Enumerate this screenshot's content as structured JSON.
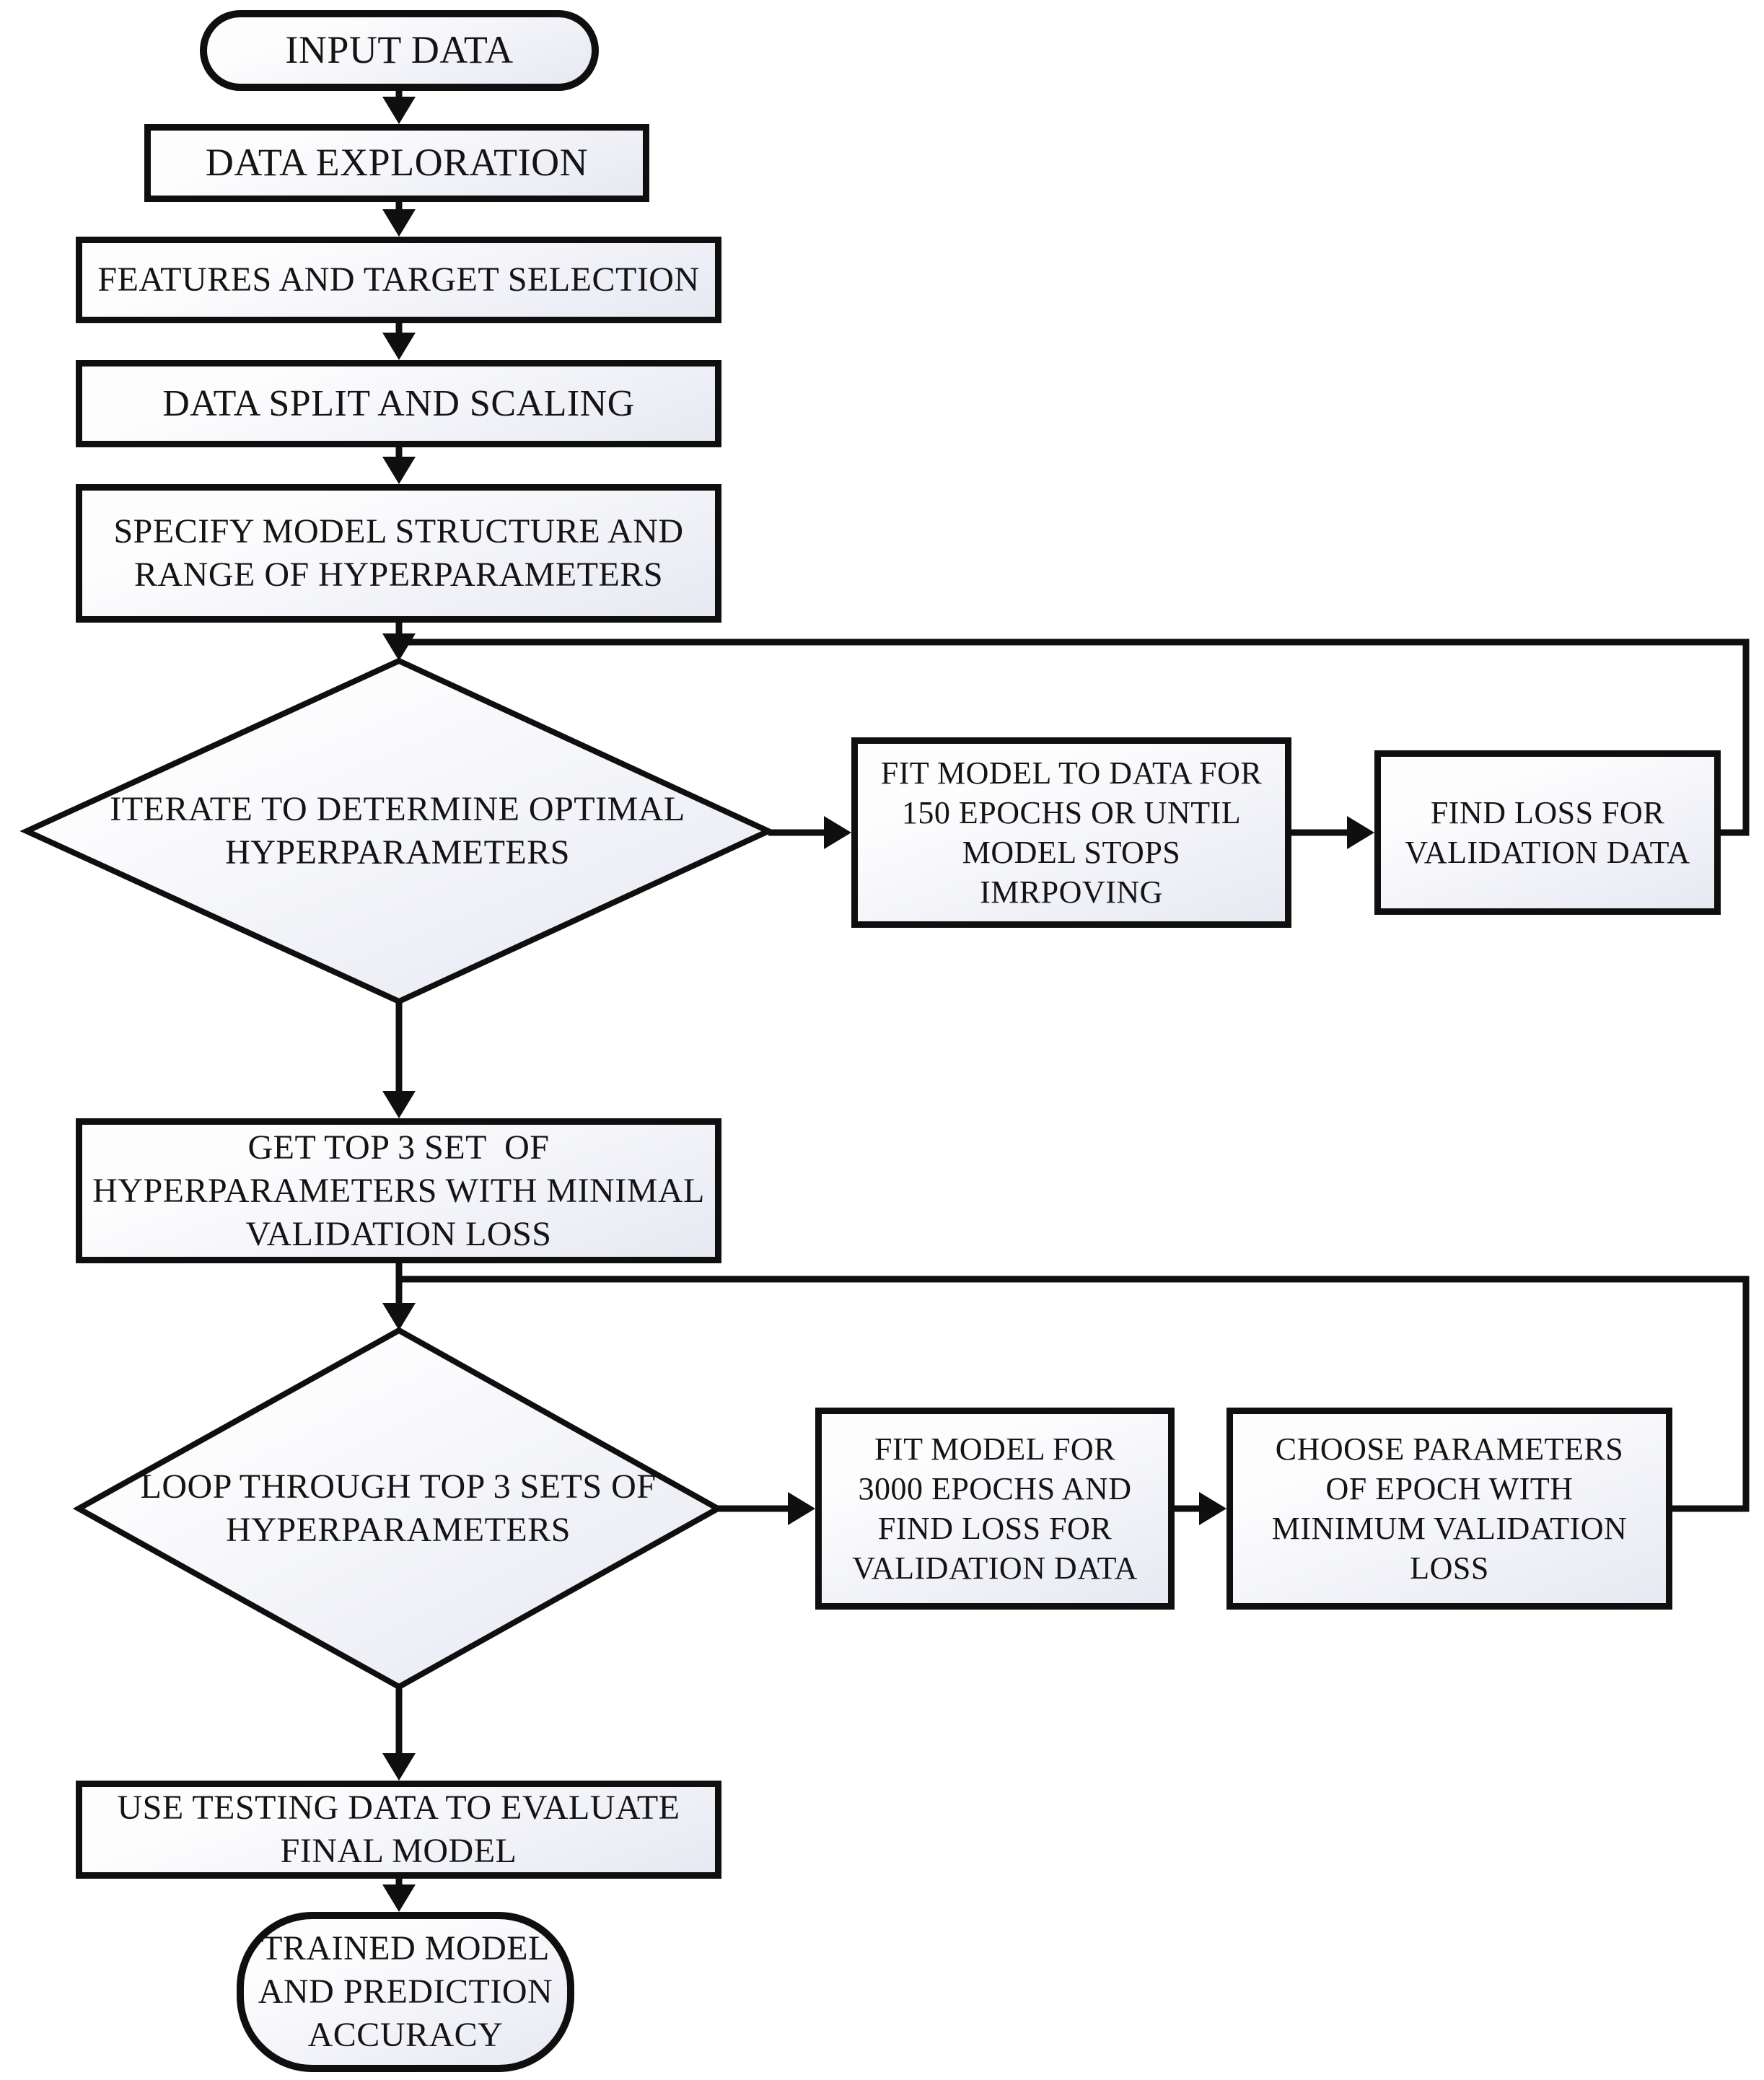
{
  "diagram": {
    "name": "model-training-flowchart",
    "type": "flowchart"
  },
  "colors": {
    "border": "#0f0f0f",
    "fill_light": "#fdfdfe",
    "fill_dark": "#e7e9f2",
    "background": "#ffffff",
    "text": "#141414"
  },
  "nodes": {
    "input_data": {
      "type": "terminator",
      "label": "INPUT DATA"
    },
    "data_exploration": {
      "type": "process",
      "label": "DATA EXPLORATION"
    },
    "features_selection": {
      "type": "process",
      "label": "FEATURES AND TARGET SELECTION"
    },
    "data_split": {
      "type": "process",
      "label": "DATA SPLIT AND SCALING"
    },
    "specify_model": {
      "type": "process",
      "label": "SPECIFY MODEL STRUCTURE AND\nRANGE OF HYPERPARAMETERS"
    },
    "iterate_diamond": {
      "type": "decision",
      "label": "ITERATE TO DETERMINE OPTIMAL\nHYPERPARAMETERS"
    },
    "fit_model_150": {
      "type": "process",
      "label": "FIT MODEL TO DATA FOR\n150 EPOCHS OR UNTIL\nMODEL STOPS\nIMRPOVING"
    },
    "find_loss": {
      "type": "process",
      "label": "FIND LOSS FOR\nVALIDATION DATA"
    },
    "get_top3": {
      "type": "process",
      "label": "GET TOP 3 SET  OF\nHYPERPARAMETERS WITH MINIMAL\nVALIDATION LOSS"
    },
    "loop_diamond": {
      "type": "decision",
      "label": "LOOP THROUGH TOP 3 SETS OF\nHYPERPARAMETERS"
    },
    "fit_model_3000": {
      "type": "process",
      "label": "FIT MODEL FOR\n3000 EPOCHS AND\nFIND LOSS FOR\nVALIDATION DATA"
    },
    "choose_params": {
      "type": "process",
      "label": "CHOOSE PARAMETERS\nOF EPOCH WITH\nMINIMUM VALIDATION\nLOSS"
    },
    "use_testing": {
      "type": "process",
      "label": "USE TESTING DATA TO EVALUATE\nFINAL MODEL"
    },
    "trained_model": {
      "type": "terminator",
      "label": "TRAINED MODEL\nAND PREDICTION\nACCURACY"
    }
  },
  "edges": [
    {
      "from": "input_data",
      "to": "data_exploration"
    },
    {
      "from": "data_exploration",
      "to": "features_selection"
    },
    {
      "from": "features_selection",
      "to": "data_split"
    },
    {
      "from": "data_split",
      "to": "specify_model"
    },
    {
      "from": "specify_model",
      "to": "iterate_diamond"
    },
    {
      "from": "iterate_diamond",
      "to": "fit_model_150"
    },
    {
      "from": "fit_model_150",
      "to": "find_loss"
    },
    {
      "from": "find_loss",
      "to": "iterate_diamond",
      "kind": "feedback"
    },
    {
      "from": "iterate_diamond",
      "to": "get_top3"
    },
    {
      "from": "get_top3",
      "to": "loop_diamond"
    },
    {
      "from": "loop_diamond",
      "to": "fit_model_3000"
    },
    {
      "from": "fit_model_3000",
      "to": "choose_params"
    },
    {
      "from": "choose_params",
      "to": "loop_diamond",
      "kind": "feedback"
    },
    {
      "from": "loop_diamond",
      "to": "use_testing"
    },
    {
      "from": "use_testing",
      "to": "trained_model"
    }
  ]
}
